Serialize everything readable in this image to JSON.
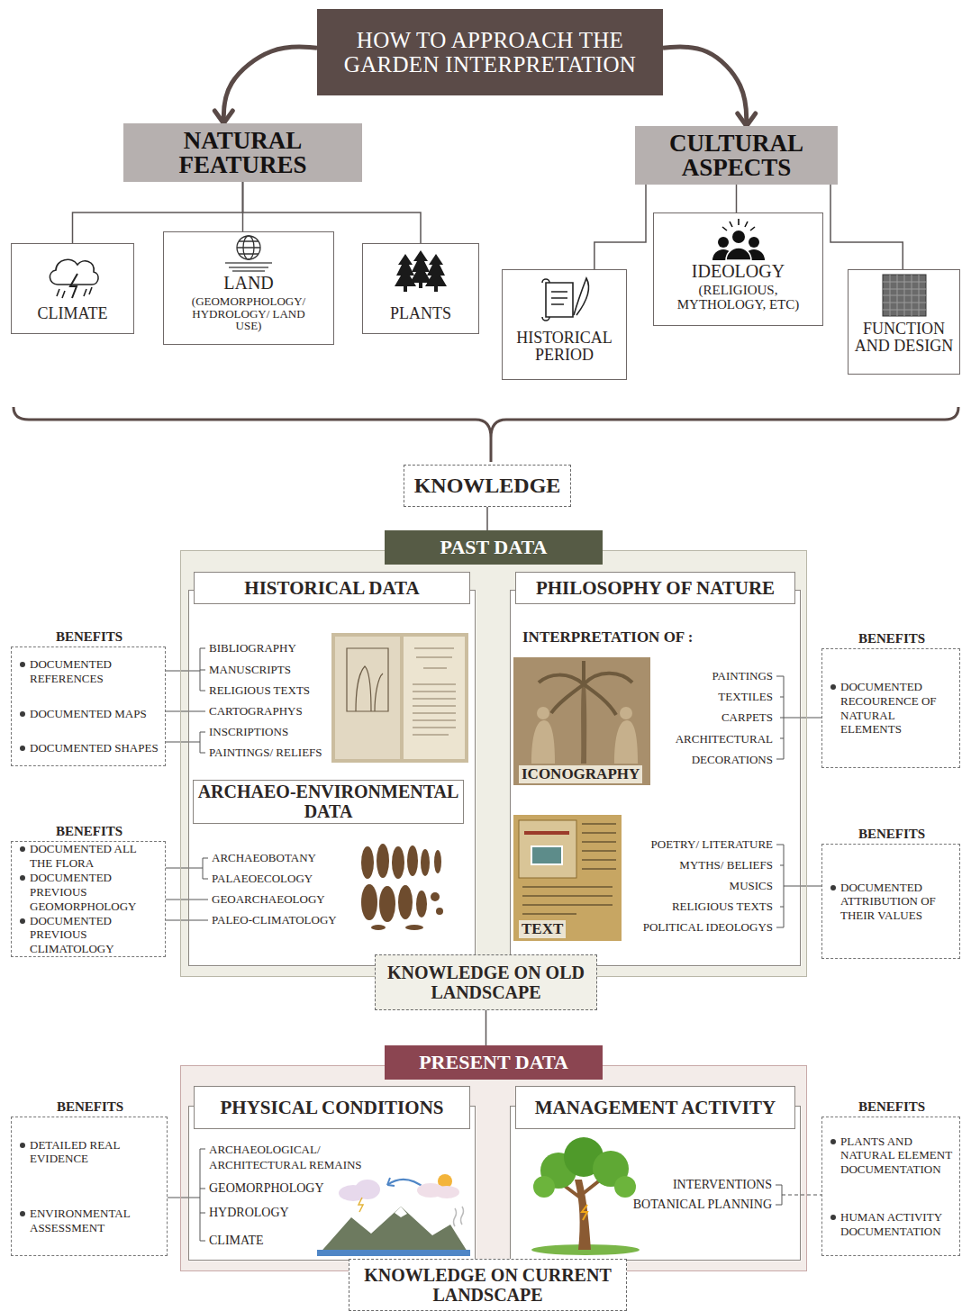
{
  "diagram": {
    "nodes": [
      {
        "text": [
          "HOW TO APPROACH THE GARDEN INTERPRETATION"
        ]
      },
      {
        "text": [
          "NATURAL FEATURES"
        ]
      },
      {
        "text": [
          "CULTURAL ASPECTS"
        ]
      },
      {
        "text": [
          "CLIMATE"
        ]
      },
      {
        "text": [
          "LAND",
          "(GEOMORPHOLOGY/ HYDROLOGY/ LAND USE)"
        ]
      },
      {
        "text": [
          "PLANTS"
        ]
      },
      {
        "text": [
          "HISTORICAL PERIOD"
        ]
      },
      {
        "text": [
          "IDEOLOGY",
          "(RELIGIOUS, MYTHOLOGY, ETC)"
        ]
      },
      {
        "text": [
          "FUNCTION AND DESIGN"
        ]
      },
      {
        "text": [
          "KNOWLEDGE"
        ]
      },
      {
        "text": [
          "PAST DATA"
        ]
      },
      {
        "text": [
          "BENEFITS",
          "DOCUMENTED REFERENCES",
          "DOCUMENTED MAPS",
          "DOCUMENTED SHAPES"
        ]
      },
      {
        "text": [
          "HISTORICAL DATA"
        ],
        "in": 10
      },
      {
        "text": [
          "ARCHAEO-ENVIRONMENTAL DATA"
        ],
        "in": 12
      },
      {
        "text": [
          "PHILOSOPHY OF NATURE"
        ],
        "in": 10
      },
      {
        "text": [
          "BENEFITS",
          "DOCUMENTED RECOURENCE OF NATURAL ELEMENTS"
        ]
      },
      {
        "text": [
          "BENEFITS",
          "DOCUMENTED ALL THE FLORA",
          "DOCUMENTED PREVIOUS GEOMORPHOLOGY",
          "DOCUMENTED PREVIOUS CLIMATOLOGY"
        ]
      },
      {
        "text": [
          "BENEFITS",
          "DOCUMENTED ATTRIBUTION OF THEIR VALUES"
        ]
      },
      {
        "text": [
          "KNOWLEDGE ON OLD LANDSCAPE"
        ]
      },
      {
        "text": [
          "PRESENT DATA"
        ]
      },
      {
        "text": [
          "BENEFITS",
          "DETAILED REAL EVIDENCE",
          "ENVIRONMENTAL ASSESSMENT"
        ]
      },
      {
        "text": [
          "PHYSICAL CONDITIONS"
        ],
        "in": 19
      },
      {
        "text": [
          "MANAGEMENT ACTIVITY"
        ],
        "in": 19
      },
      {
        "text": [
          "BENEFITS",
          "PLANTS AND NATURAL ELEMENT DOCUMENTATION",
          "HUMAN ACTIVITY DOCUMENTATION"
        ]
      },
      {
        "text": [
          "KNOWLEDGE ON CURRENT LANDSCAPE"
        ]
      }
    ],
    "edges": [
      {
        "from": 0,
        "to": 1,
        "arrow": "to"
      },
      {
        "from": 0,
        "to": 2,
        "arrow": "to"
      },
      {
        "from": 1,
        "to": 3,
        "arrow": "none"
      },
      {
        "from": 1,
        "to": 4,
        "arrow": "none"
      },
      {
        "from": 1,
        "to": 5,
        "arrow": "none"
      },
      {
        "from": 2,
        "to": 6,
        "arrow": "none"
      },
      {
        "from": 2,
        "to": 7,
        "arrow": "none"
      },
      {
        "from": 2,
        "to": 8,
        "arrow": "none"
      },
      {
        "from": 9,
        "to": 10,
        "arrow": "none"
      },
      {
        "from": 18,
        "to": 19,
        "arrow": "none"
      }
    ],
    "labels": [
      "BIBLIOGRAPHY",
      "MANUSCRIPTS",
      "RELIGIOUS TEXTS",
      "CARTOGRAPHYS",
      "INSCRIPTIONS",
      "PAINTINGS/ RELIEFS",
      "ARCHAEOBOTANY",
      "PALAEOECOLOGY",
      "GEOARCHAEOLOGY",
      "PALEO-CLIMATOLOGY",
      "INTERPRETATION OF :",
      "ICONOGRAPHY",
      "PAINTINGS",
      "TEXTILES",
      "CARPETS",
      "ARCHITECTURAL DECORATIONS",
      "TEXT",
      "POETRY/ LITERATURE",
      "MYTHS/ BELIEFS",
      "MUSICS",
      "RELIGIOUS TEXTS",
      "POLITICAL IDEOLOGYS",
      "ARCHAEOLOGICAL/ ARCHITECTURAL REMAINS",
      "GEOMORPHOLOGY",
      "HYDROLOGY",
      "CLIMATE",
      "INTERVENTIONS",
      "BOTANICAL PLANNING"
    ]
  }
}
